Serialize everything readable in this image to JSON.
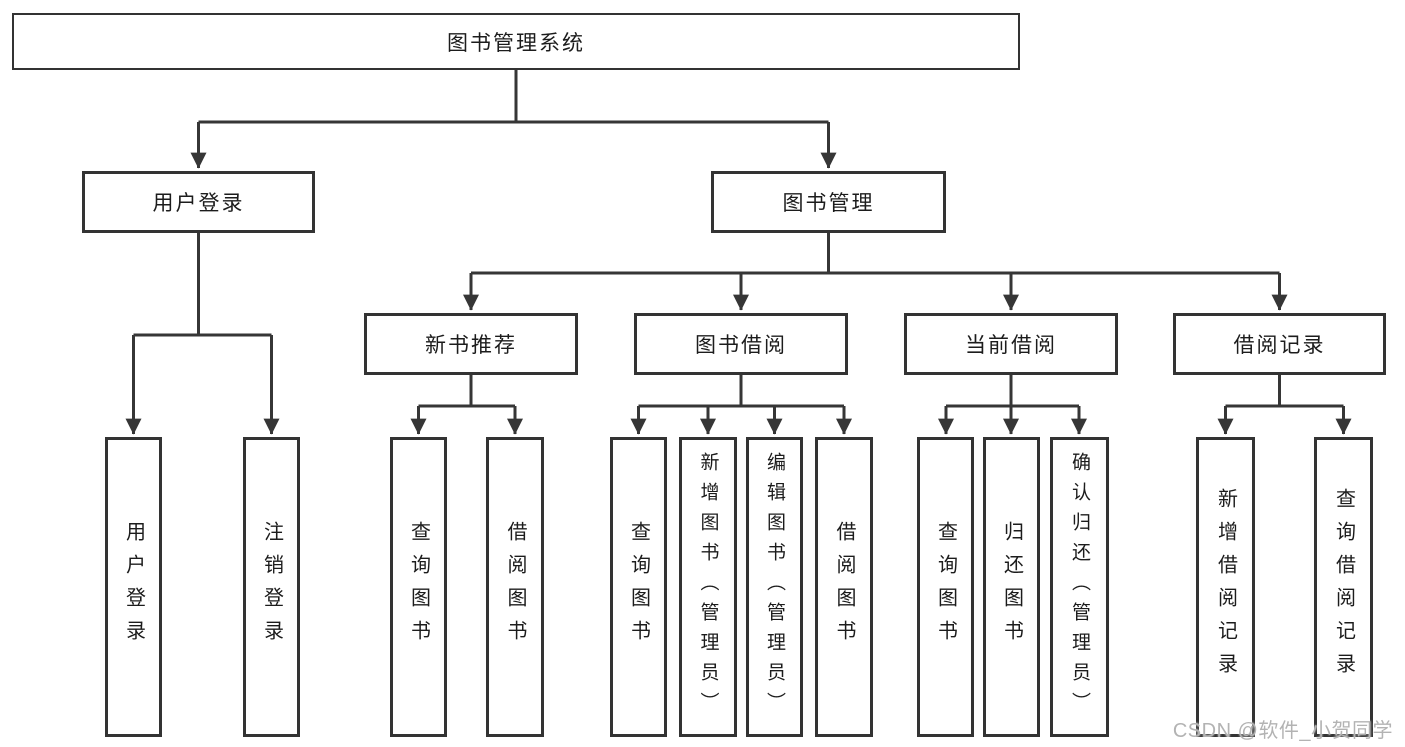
{
  "diagram": {
    "root": {
      "label": "图书管理系统"
    },
    "level2": {
      "user_login": {
        "label": "用户登录"
      },
      "book_management": {
        "label": "图书管理"
      }
    },
    "level3": {
      "new_book_recommend": {
        "label": "新书推荐"
      },
      "book_borrowing": {
        "label": "图书借阅"
      },
      "current_borrowing": {
        "label": "当前借阅"
      },
      "borrowing_records": {
        "label": "借阅记录"
      }
    },
    "leaves": {
      "user_login": {
        "label": "用户登录"
      },
      "logout": {
        "label": "注销登录"
      },
      "query_book_recommend": {
        "label": "查询图书"
      },
      "borrow_book_recommend": {
        "label": "借阅图书"
      },
      "query_book_borrowing": {
        "label": "查询图书"
      },
      "add_book_admin": {
        "label": "新增图书（管理员）"
      },
      "edit_book_admin": {
        "label": "编辑图书（管理员）"
      },
      "borrow_book_borrowing": {
        "label": "借阅图书"
      },
      "query_book_current": {
        "label": "查询图书"
      },
      "return_book": {
        "label": "归还图书"
      },
      "confirm_return_admin": {
        "label": "确认归还（管理员）"
      },
      "add_borrow_record": {
        "label": "新增借阅记录"
      },
      "query_borrow_record": {
        "label": "查询借阅记录"
      }
    },
    "watermark": {
      "label": "CSDN @软件_小贺同学"
    },
    "colors": {
      "line": "#363636",
      "box_border": "#333333",
      "text": "#1c1c1c",
      "watermark": "#b3b3b3",
      "background": "#ffffff"
    }
  }
}
